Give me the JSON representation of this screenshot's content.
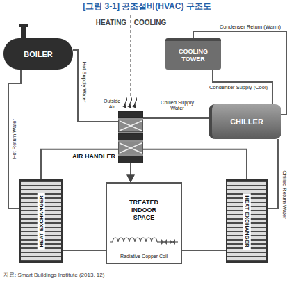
{
  "diagram": {
    "title": "[그림 3-1] 공조설비(HVAC) 구조도",
    "caption": "자료: Smart Buildings Institute (2013, 12)",
    "nodes": [
      {
        "text": [
          "BOILER"
        ]
      },
      {
        "text": [
          "COOLING TOWER"
        ]
      },
      {
        "text": [
          "CHILLER"
        ]
      },
      {
        "text": [
          "AIR HANDLER"
        ]
      },
      {
        "text": [
          "HEAT EXCHANGER"
        ]
      },
      {
        "text": [
          "TREATED INDOOR SPACE"
        ]
      },
      {
        "text": [
          "HEAT EXCHANGER"
        ]
      }
    ],
    "edges": [
      {
        "from": 0,
        "to": 3,
        "arrow": "none",
        "label": "Hot Supply Water"
      },
      {
        "from": 4,
        "to": 0,
        "arrow": "none",
        "label": "Hot Return Water"
      },
      {
        "from": 2,
        "to": 1,
        "arrow": "none",
        "label": "Condenser Return (Warm)"
      },
      {
        "from": 1,
        "to": 2,
        "arrow": "none",
        "label": "Condenser Supply (Cool)"
      },
      {
        "from": 2,
        "to": 3,
        "arrow": "none",
        "label": "Chilled Supply Water"
      },
      {
        "from": 6,
        "to": 2,
        "arrow": "none",
        "label": "Chilled Return Water"
      },
      {
        "from": 3,
        "to": 4,
        "arrow": "none"
      },
      {
        "from": 3,
        "to": 6,
        "arrow": "none"
      },
      {
        "from": 3,
        "to": 5,
        "arrow": "to"
      },
      {
        "from": 4,
        "to": 5,
        "arrow": "none"
      },
      {
        "from": 6,
        "to": 5,
        "arrow": "none"
      }
    ],
    "labels": [
      "HEATING",
      "COOLING",
      "Outside Air",
      "Radiative Copper Coil"
    ]
  }
}
